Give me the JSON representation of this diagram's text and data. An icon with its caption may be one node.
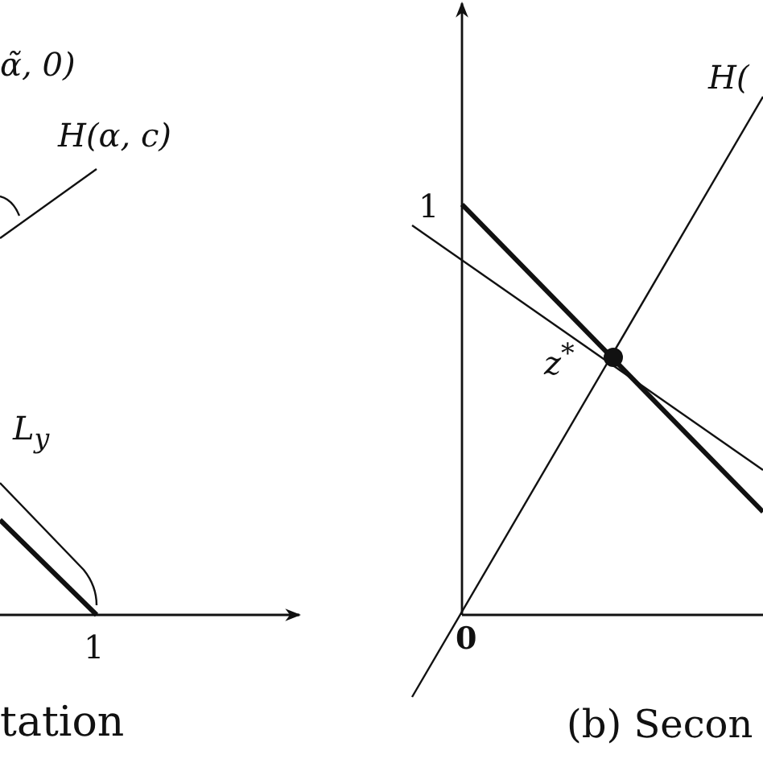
{
  "diagram": {
    "labels": [
      "α̃, 0)",
      "H(α, c)",
      "L$_{y}$",
      "1",
      "tation",
      "H(",
      "1",
      "z$^{*}$",
      "0",
      "(b) Secon"
    ]
  }
}
